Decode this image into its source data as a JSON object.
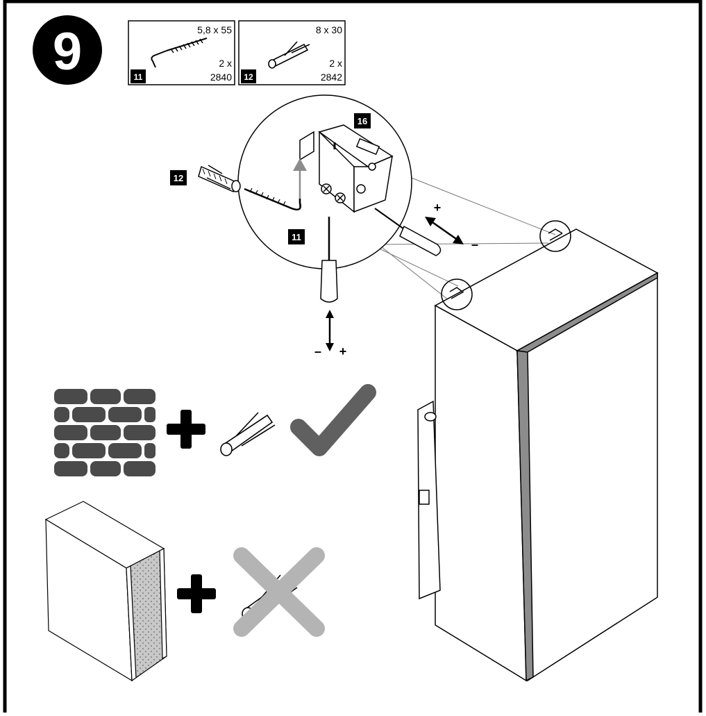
{
  "step": {
    "number": "9"
  },
  "parts": [
    {
      "tag": "11",
      "size": "5,8 x 55",
      "qty": "2 x",
      "code": "2840",
      "icon": "l-hook-screw-icon"
    },
    {
      "tag": "12",
      "size": "8 x 30",
      "qty": "2 x",
      "code": "2842",
      "icon": "wall-plug-icon"
    }
  ],
  "callouts": {
    "bracket_tag": "16",
    "plug_tag": "12",
    "screw_tag": "11"
  },
  "adjust_horizontal": {
    "plus": "+",
    "minus": "–"
  },
  "adjust_vertical": {
    "plus": "+",
    "minus": "–"
  },
  "wall_types": [
    {
      "material": "brick-wall-icon",
      "result": "ok",
      "result_icon": "checkmark-icon"
    },
    {
      "material": "drywall-panel-icon",
      "result": "not-ok",
      "result_icon": "cross-icon"
    }
  ],
  "colors": {
    "ink": "#000000",
    "dark_gray": "#4a4a4a",
    "mid_gray": "#8c8c8c",
    "light_gray": "#bdbdbd",
    "check": "#606060",
    "cross": "#b4b4b4"
  }
}
